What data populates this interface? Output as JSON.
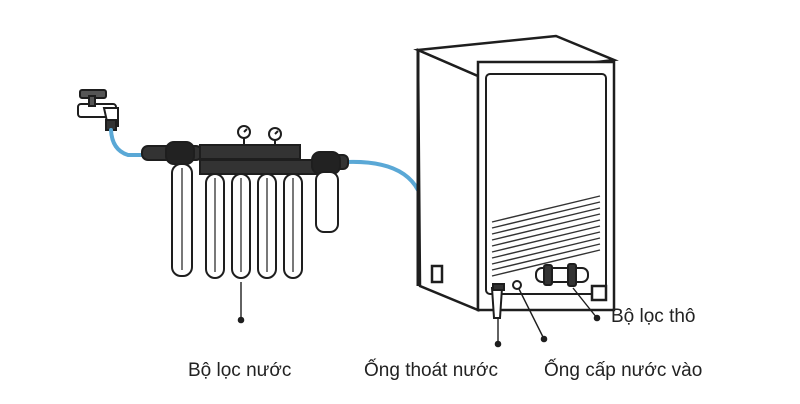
{
  "diagram": {
    "labels": {
      "water_filter": "Bộ lọc nước",
      "drain_pipe": "Ống thoát nước",
      "water_inlet_pipe": "Ống cấp nước vào",
      "coarse_filter": "Bộ lọc thô"
    },
    "colors": {
      "water_line": "#5aa8d6",
      "outline": "#1e1e1e",
      "filter_body": "#ffffff",
      "machine_panel": "#ffffff"
    }
  }
}
